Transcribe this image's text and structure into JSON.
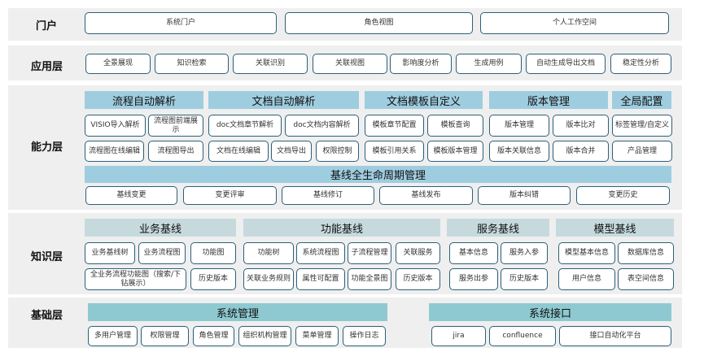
{
  "layers": {
    "portal": {
      "label": "门户",
      "items": [
        "系统门户",
        "角色视图",
        "个人工作空间"
      ]
    },
    "app": {
      "label": "应用层",
      "items": [
        "全景展现",
        "知识检索",
        "关联识别",
        "关联视图",
        "影响度分析",
        "生成用例",
        "自动生成导出文档",
        "稳定性分析"
      ]
    },
    "cap": {
      "label": "能力层",
      "headers": [
        "流程自动解析",
        "文档自动解析",
        "文档模板自定义",
        "版本管理",
        "全局配置"
      ],
      "row1": [
        "VISIO导入解析",
        "流程图前端展示",
        "doc文档章节解析",
        "doc文档内容解析",
        "模板章节配置",
        "模板查询",
        "版本管理",
        "版本比对",
        "标签管理/自定义"
      ],
      "row2": [
        "流程图在线编辑",
        "流程图导出",
        "文档在线编辑",
        "文档导出",
        "权限控制",
        "模板引用关系",
        "模板版本管理",
        "版本关联信息",
        "版本合并",
        "产品管理"
      ],
      "baseline": "基线全生命周期管理",
      "row3": [
        "基线变更",
        "变更评审",
        "基线修订",
        "基线发布",
        "版本纠错",
        "变更历史"
      ]
    },
    "know": {
      "label": "知识层",
      "headers": [
        "业务基线",
        "功能基线",
        "服务基线",
        "模型基线"
      ],
      "row1": [
        "业务基线树",
        "业务流程图",
        "功能图",
        "功能树",
        "系统流程图",
        "子流程管理",
        "关联服务",
        "基本信息",
        "服务入参",
        "模型基本信息",
        "数据库信息"
      ],
      "row2": [
        "全业务流程功能图（搜索/下钻展示）",
        "历史版本",
        "关联业务规则",
        "属性可配置",
        "功能全景图",
        "历史版本",
        "服务出参",
        "历史版本",
        "用户信息",
        "表空间信息"
      ]
    },
    "base": {
      "label": "基础层",
      "headers": [
        "系统管理",
        "系统接口"
      ],
      "row": [
        "多用户管理",
        "权限管理",
        "角色管理",
        "组织机构管理",
        "菜单管理",
        "操作日志",
        "jira",
        "confluence",
        "接口自动化平台"
      ]
    }
  }
}
